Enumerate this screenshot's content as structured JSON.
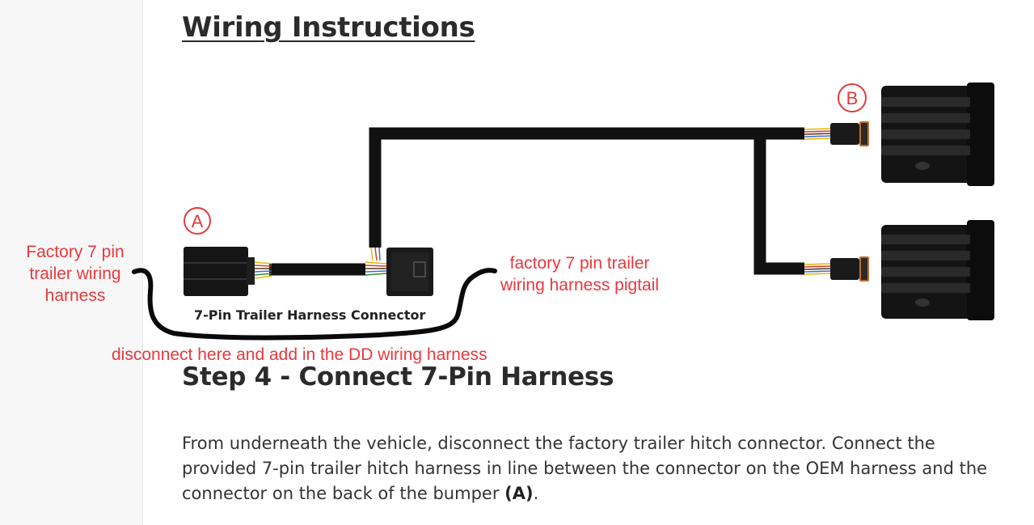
{
  "heading": "Wiring Instructions",
  "callouts": {
    "a": "A",
    "b": "B"
  },
  "connector_label": "7-Pin Trailer Harness Connector",
  "annotations": {
    "factory_harness": [
      "Factory 7 pin",
      "trailer wiring",
      "harness"
    ],
    "pigtail": [
      "factory 7 pin trailer",
      "wiring harness pigtail"
    ],
    "disconnect": "disconnect here and add in the DD wiring harness"
  },
  "step": {
    "title": "Step 4 - Connect 7-Pin Harness",
    "body": "From underneath the vehicle, disconnect the factory trailer hitch connector. Connect the provided 7-pin trailer hitch harness in line between the connector on the OEM harness and the connector on the back of the bumper ",
    "body_bold": "(A)",
    "body_end": "."
  },
  "colors": {
    "annotation_red": "#e8383d",
    "callout_red": "#e23b3b",
    "cable": "#111111",
    "heading": "#2b2b2b"
  }
}
